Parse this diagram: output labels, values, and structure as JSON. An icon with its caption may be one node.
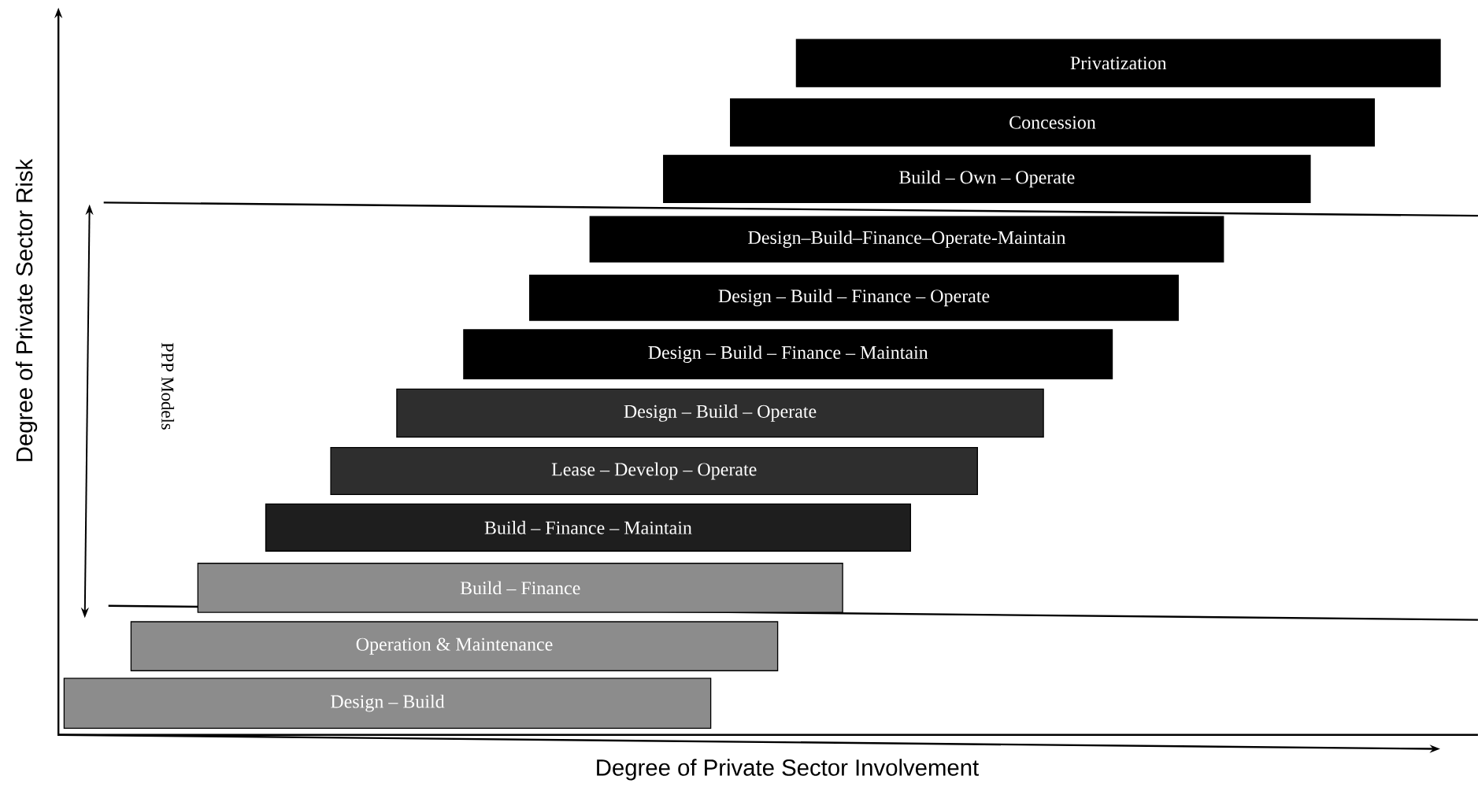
{
  "diagram": {
    "nodes": [
      {
        "text": [
          "Privatization"
        ]
      },
      {
        "text": [
          "Concession"
        ]
      },
      {
        "text": [
          "Build – Own – Operate"
        ]
      },
      {
        "text": [
          "Design–Build–Finance–Operate-Maintain"
        ]
      },
      {
        "text": [
          "Design – Build – Finance – Operate"
        ]
      },
      {
        "text": [
          "Design – Build – Finance – Maintain"
        ]
      },
      {
        "text": [
          "Design – Build – Operate"
        ]
      },
      {
        "text": [
          "Lease – Develop – Operate"
        ]
      },
      {
        "text": [
          "Build – Finance – Maintain"
        ]
      },
      {
        "text": [
          "Build – Finance"
        ]
      },
      {
        "text": [
          "Operation & Maintenance"
        ]
      },
      {
        "text": [
          "Design – Build"
        ]
      }
    ],
    "labels": [
      "Degree of Private Sector Risk",
      "PPP Models",
      "Degree of Private Sector Involvement"
    ]
  }
}
